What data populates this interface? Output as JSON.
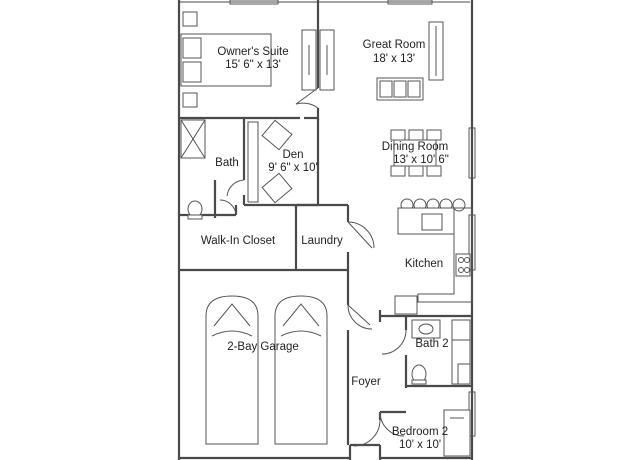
{
  "rooms": {
    "owners_suite": {
      "name": "Owner's Suite",
      "size": "15' 6\" x 13'"
    },
    "great_room": {
      "name": "Great Room",
      "size": "18' x 13'"
    },
    "den": {
      "name": "Den",
      "size": "9' 6\" x 10'"
    },
    "bath": {
      "name": "Bath"
    },
    "dining_room": {
      "name": "Dining Room",
      "size": "13' x 10' 6\""
    },
    "walk_in_closet": {
      "name": "Walk-In Closet"
    },
    "laundry": {
      "name": "Laundry"
    },
    "kitchen": {
      "name": "Kitchen"
    },
    "garage": {
      "name": "2-Bay Garage"
    },
    "bath2": {
      "name": "Bath 2"
    },
    "foyer": {
      "name": "Foyer"
    },
    "bedroom2": {
      "name": "Bedroom 2",
      "size": "10' x 10'"
    }
  }
}
